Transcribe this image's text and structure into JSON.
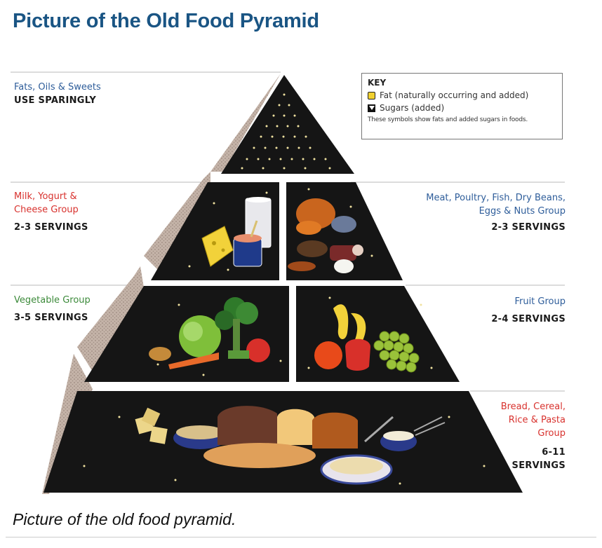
{
  "title": "Picture of the Old Food Pyramid",
  "caption": "Picture of the old food pyramid.",
  "key": {
    "title": "KEY",
    "fat": "Fat (naturally occurring and added)",
    "sugar": "Sugars (added)",
    "note": "These symbols show fats and added sugars in foods."
  },
  "tiers": {
    "fats": {
      "name": "Fats, Oils & Sweets",
      "servings": "USE SPARINGLY"
    },
    "milk": {
      "name_line1": "Milk, Yogurt &",
      "name_line2": "Cheese Group",
      "servings": "2-3 SERVINGS"
    },
    "meat": {
      "name_line1": "Meat, Poultry, Fish, Dry Beans,",
      "name_line2": "Eggs & Nuts Group",
      "servings": "2-3 SERVINGS"
    },
    "vegetable": {
      "name": "Vegetable Group",
      "servings": "3-5 SERVINGS"
    },
    "fruit": {
      "name": "Fruit Group",
      "servings": "2-4 SERVINGS"
    },
    "bread": {
      "name_line1": "Bread, Cereal,",
      "name_line2": "Rice & Pasta",
      "name_line3": "Group",
      "servings_line1": "6-11",
      "servings_line2": "SERVINGS"
    }
  },
  "colors": {
    "title": "#1a5584",
    "fats_label": "#2e5d9a",
    "milk_label": "#d8322e",
    "meat_label": "#2e5d9a",
    "vegetable_label": "#3c8a3a",
    "fruit_label": "#2e5d9a",
    "bread_label": "#d8322e",
    "tier_fill": "#151515",
    "side_fill": "#b9a79c"
  }
}
